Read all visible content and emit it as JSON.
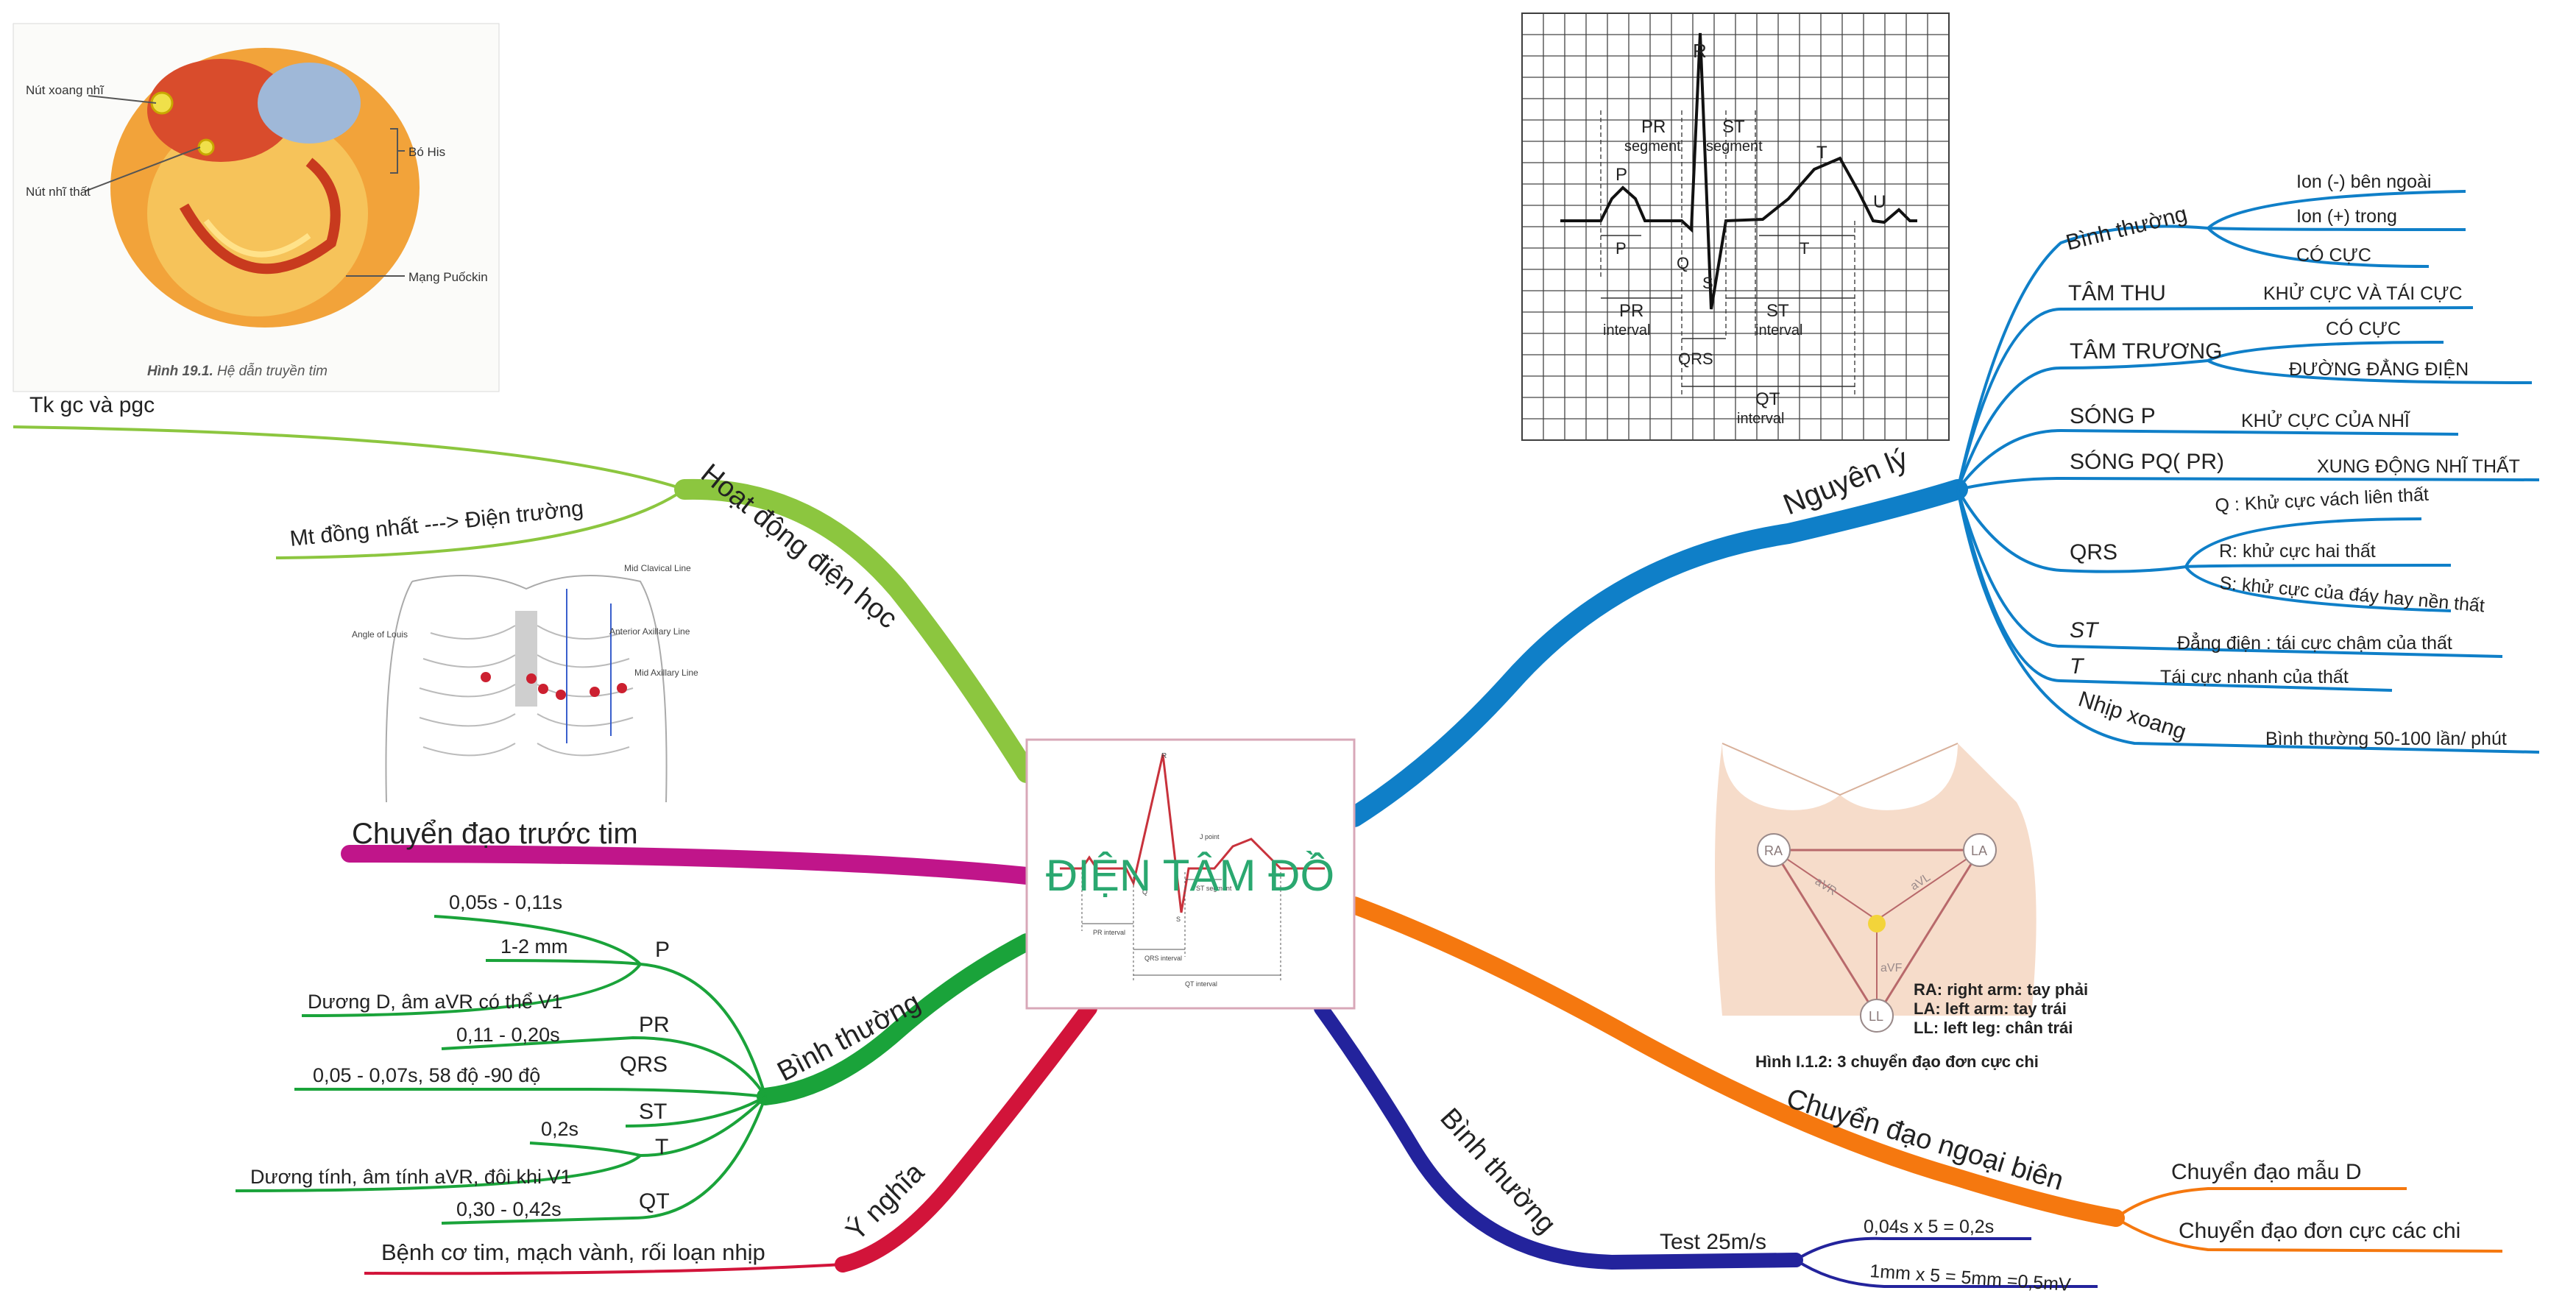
{
  "center": {
    "title": "ĐIỆN TÂM ĐỒ"
  },
  "branches": {
    "hoat_dong": {
      "title": "Hoạt động điện học",
      "color": "#8cc63f",
      "leaves": [
        "Tk gc và pgc",
        "Mt đồng nhất ---> Điện trường"
      ]
    },
    "truoc_tim": {
      "title": "Chuyển đạo trước tim",
      "color": "#c0158a"
    },
    "binh_thuong_left": {
      "title": "Bình thường",
      "color": "#1aa33a",
      "items": [
        {
          "label": "P",
          "values": [
            "0,05s - 0,11s",
            "1-2 mm",
            "Dương D, âm aVR có thể V1"
          ]
        },
        {
          "label": "PR",
          "values": [
            "0,11 - 0,20s"
          ]
        },
        {
          "label": "QRS",
          "values": [
            "0,05 - 0,07s, 58 độ -90 độ"
          ]
        },
        {
          "label": "ST",
          "values": []
        },
        {
          "label": "T",
          "values": [
            "0,2s",
            "Dương tính, âm tính aVR, đôi khi V1"
          ]
        },
        {
          "label": "QT",
          "values": [
            "0,30 - 0,42s"
          ]
        }
      ]
    },
    "y_nghia": {
      "title": "Ý nghĩa",
      "color": "#d2143a",
      "leaves": [
        "Bệnh cơ tim, mạch vành, rối loạn nhịp"
      ]
    },
    "nguyen_ly": {
      "title": "Nguyên lý",
      "color": "#0f7fc8",
      "items": [
        {
          "label": "Bình thường",
          "values": [
            "Ion (-) bên ngoài",
            "Ion (+) trong",
            "CÓ CỰC"
          ]
        },
        {
          "label": "TÂM THU",
          "values": [
            "KHỬ CỰC VÀ TÁI CỰC"
          ]
        },
        {
          "label": "TÂM TRƯƠNG",
          "values": [
            "CÓ CỰC",
            "ĐƯỜNG ĐẲNG ĐIỆN"
          ]
        },
        {
          "label": "SÓNG P",
          "values": [
            "KHỬ CỰC CỦA NHĨ"
          ]
        },
        {
          "label": "SÓNG PQ( PR)",
          "values": [
            "XUNG ĐỘNG NHĨ THẤT"
          ]
        },
        {
          "label": "QRS",
          "values": [
            "Q : Khử cực vách liên thất",
            "R: khử cực hai thất",
            "S: khử cực của đáy hay nền thất"
          ]
        },
        {
          "label": "ST",
          "values": [
            "Đẳng điện : tái cực chậm của thất"
          ]
        },
        {
          "label": "T",
          "values": [
            "Tái cực nhanh của thất"
          ]
        },
        {
          "label": "Nhịp xoang",
          "values": [
            "Bình thường 50-100 lần/ phút"
          ]
        }
      ]
    },
    "ngoai_bien": {
      "title": "Chuyển đạo ngoại biên",
      "color": "#f5780f",
      "leaves": [
        "Chuyển đạo mẫu D",
        "Chuyển đạo đơn cực các chi"
      ]
    },
    "binh_thuong_right": {
      "title": "Bình thường",
      "color": "#23239c",
      "sub": "Test 25m/s",
      "leaves": [
        "0,04s x 5 = 0,2s",
        "1mm x 5 = 5mm =0,5mV"
      ]
    }
  },
  "images": {
    "heart": {
      "labels": [
        "Nút xoang nhĩ",
        "Nút nhĩ thất",
        "Bó His",
        "Mạng Puốckin"
      ],
      "caption_bold": "Hình 19.1.",
      "caption": " Hệ dẫn truyền tim"
    },
    "ecg_grid": {
      "labels": [
        "R",
        "P",
        "PR",
        "segment",
        "ST",
        "segment",
        "T",
        "U",
        "P",
        "Q",
        "S",
        "T",
        "PR",
        "interval",
        "ST",
        "interval",
        "QRS",
        "QT",
        "interval"
      ]
    },
    "chest": {
      "labels": [
        "Mid Clavical Line",
        "Angle of Louis",
        "Anterior Axillary Line",
        "Mid Axillary Line"
      ]
    },
    "limb": {
      "nodes": [
        "RA",
        "LA",
        "LL"
      ],
      "axes": [
        "aVR",
        "aVL",
        "aVF"
      ],
      "legend": [
        "RA: right arm: tay phải",
        "LA: left arm: tay trái",
        "LL: left leg: chân trái"
      ],
      "caption": "Hình I.1.2: 3 chuyển đạo đơn cực chi"
    },
    "center_ecg": {
      "labels": [
        "R",
        "J point",
        "ST segment",
        "PR interval",
        "QRS interval",
        "QT interval",
        "Q",
        "S"
      ]
    }
  }
}
